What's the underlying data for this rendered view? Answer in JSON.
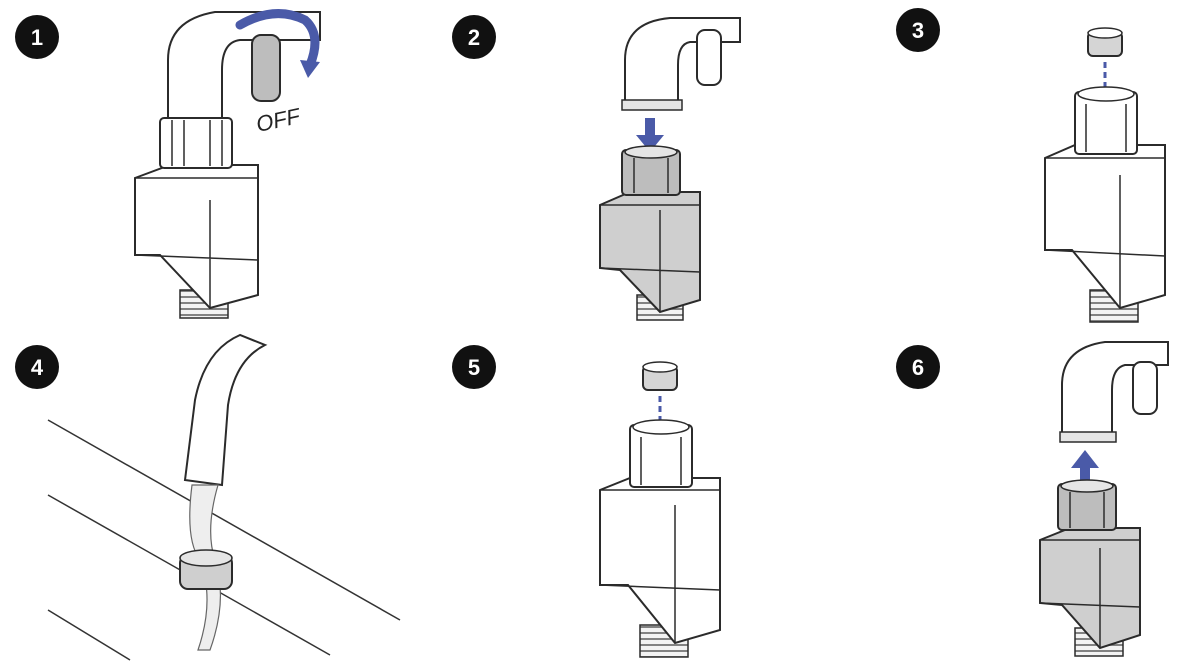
{
  "steps": [
    {
      "number": "1",
      "label": "OFF"
    },
    {
      "number": "2"
    },
    {
      "number": "3"
    },
    {
      "number": "4"
    },
    {
      "number": "5"
    },
    {
      "number": "6"
    }
  ],
  "colors": {
    "arrow": "#4a5aa8",
    "fill_gray": "#cfcfcf",
    "stroke": "#2b2b2b",
    "badge": "#111111"
  },
  "icons": [
    "rotate-arrow-icon",
    "down-arrow-icon",
    "up-arrow-icon"
  ]
}
